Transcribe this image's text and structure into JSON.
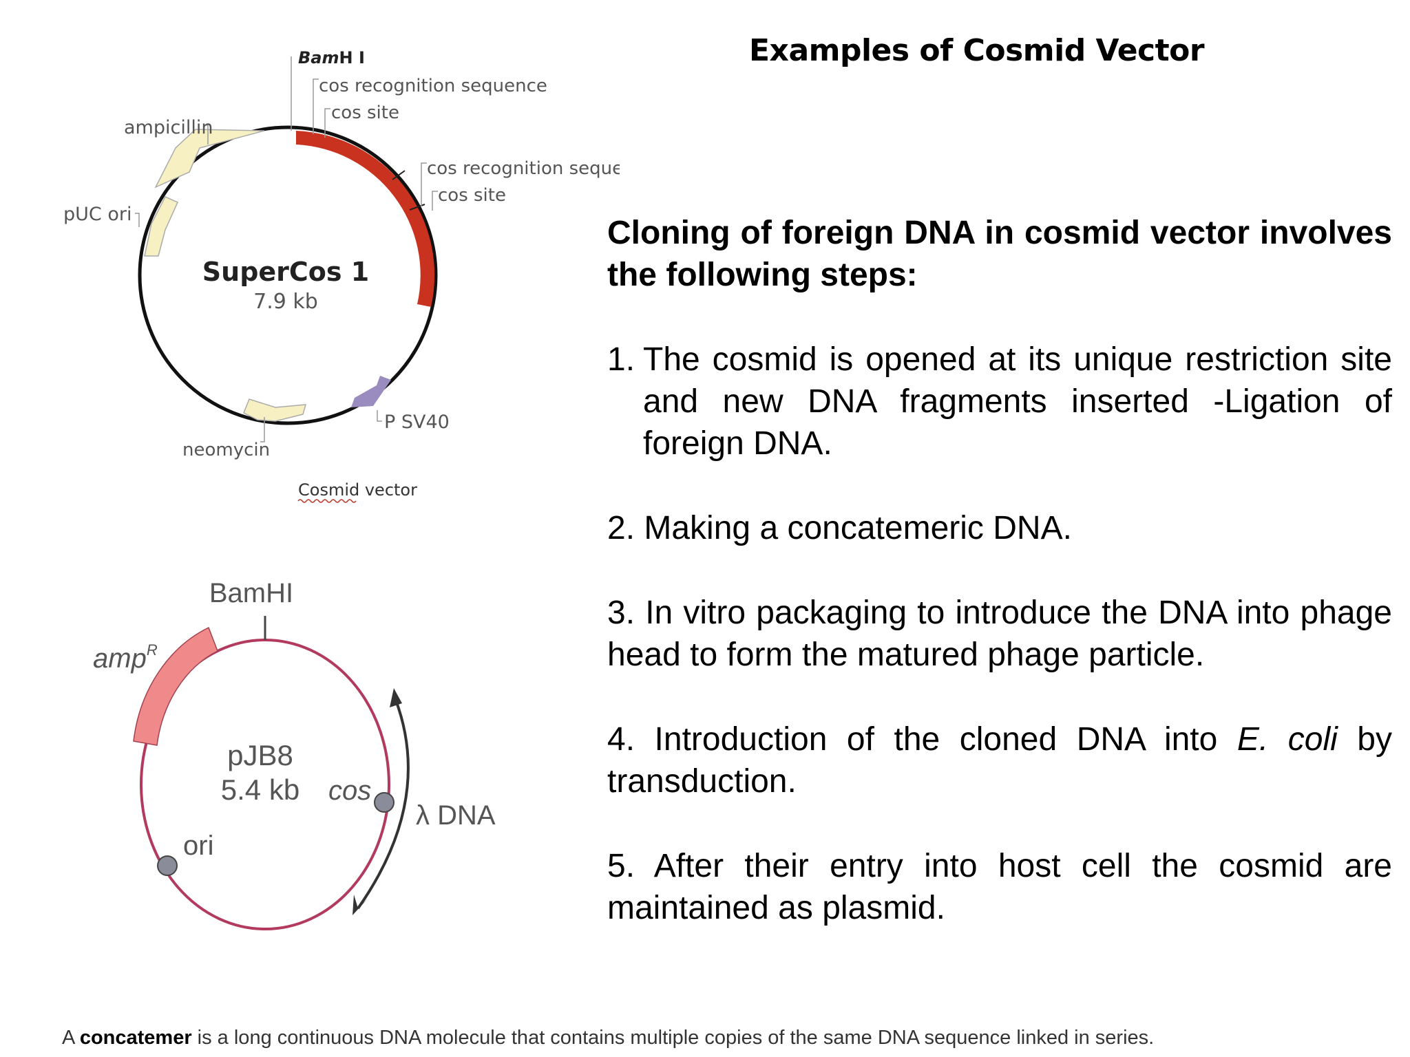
{
  "title": "Examples of Cosmid Vector",
  "supercos": {
    "name": "SuperCos 1",
    "size": "7.9 kb",
    "labels": {
      "bamhi_prefix": "Bam",
      "bamhi_suffix": "H I",
      "cos_rec_1": "cos recognition sequence",
      "cos_site_1": "cos site",
      "cos_rec_2": "cos recognition sequence",
      "cos_site_2": "cos site",
      "ampicillin": "ampicillin",
      "puc_ori": "pUC ori",
      "psv40": "P SV40",
      "neomycin": "neomycin"
    },
    "caption": "Cosmid vector",
    "colors": {
      "cos": "#c8321e",
      "marker": "#f6f0c2",
      "promoter": "#9b8cc0"
    }
  },
  "pjb8": {
    "name": "pJB8",
    "size": "5.4 kb",
    "labels": {
      "bamhi": "BamHI",
      "amp": "amp",
      "amp_sup": "R",
      "cos": "cos",
      "ori": "ori",
      "lambda": "λ DNA"
    },
    "colors": {
      "ring": "#b13a5e",
      "amp": "#f08a8a"
    }
  },
  "content": {
    "intro": "Cloning of foreign DNA in cosmid vector involves the following steps:",
    "steps": [
      {
        "num": "1.",
        "text": "The cosmid is opened at its unique restriction site and new DNA fragments inserted -Ligation of foreign DNA."
      },
      {
        "text": "2. Making a concatemeric DNA."
      },
      {
        "text": "3. In vitro packaging to introduce the DNA into phage head to form the matured phage particle."
      },
      {
        "text_a": "4. Introduction of the cloned DNA into ",
        "text_italic": "E. coli",
        "text_b": " by transduction."
      },
      {
        "text": "5. After their entry into host cell the cosmid are maintained as plasmid."
      }
    ]
  },
  "footnote": {
    "prefix": "A ",
    "term": "concatemer",
    "rest": " is a long continuous DNA molecule that contains multiple copies of the same DNA sequence linked in series."
  }
}
